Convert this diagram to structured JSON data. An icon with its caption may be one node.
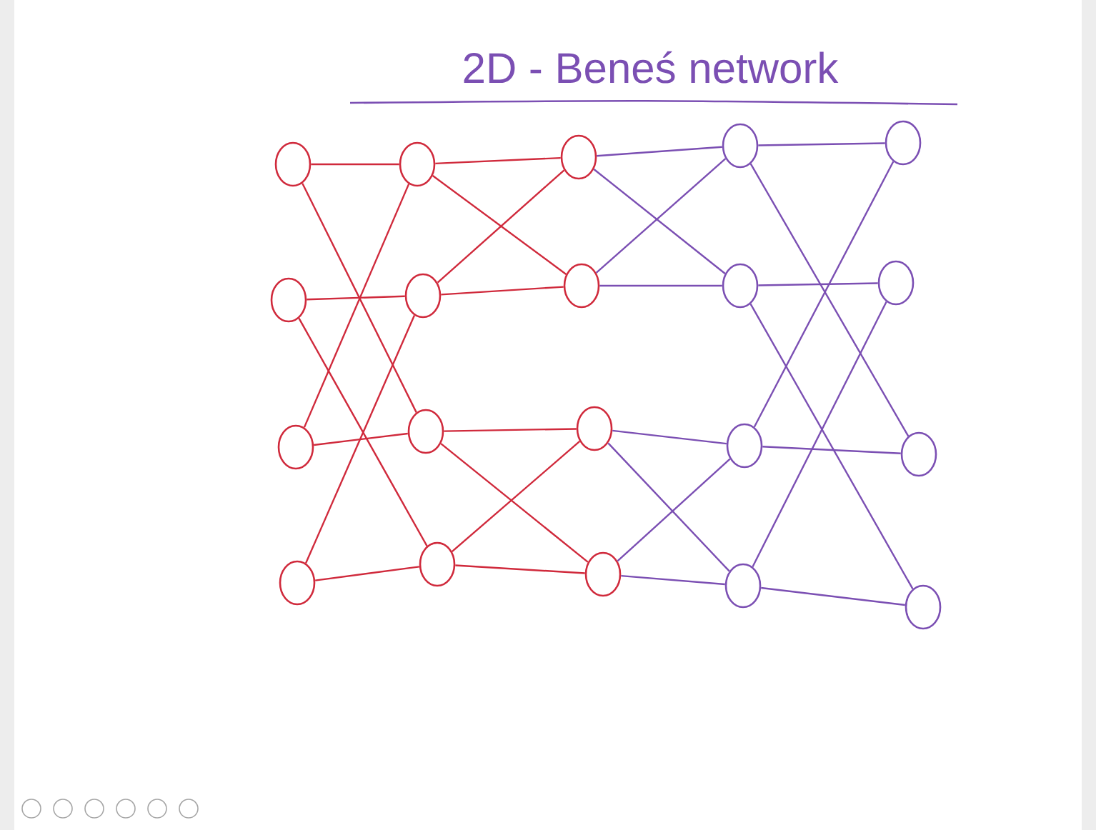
{
  "diagram": {
    "title": "2D - Beneś network",
    "nodes": [
      {
        "text": [],
        "shape": "circle"
      },
      {
        "text": [],
        "shape": "circle"
      },
      {
        "text": [],
        "shape": "circle"
      },
      {
        "text": [],
        "shape": "circle"
      },
      {
        "text": [],
        "shape": "circle"
      },
      {
        "text": [],
        "shape": "circle"
      },
      {
        "text": [],
        "shape": "circle"
      },
      {
        "text": [],
        "shape": "circle"
      },
      {
        "text": [],
        "shape": "circle"
      },
      {
        "text": [],
        "shape": "circle"
      },
      {
        "text": [],
        "shape": "circle"
      },
      {
        "text": [],
        "shape": "circle"
      },
      {
        "text": [],
        "shape": "circle"
      },
      {
        "text": [],
        "shape": "circle"
      },
      {
        "text": [],
        "shape": "circle"
      },
      {
        "text": [],
        "shape": "circle"
      },
      {
        "text": [],
        "shape": "circle"
      },
      {
        "text": [],
        "shape": "circle"
      },
      {
        "text": [],
        "shape": "circle"
      },
      {
        "text": [],
        "shape": "circle"
      }
    ],
    "edges": [
      {
        "from": 0,
        "to": 1,
        "arrow": "none",
        "color": "#d02a3c"
      },
      {
        "from": 5,
        "to": 6,
        "arrow": "none",
        "color": "#d02a3c"
      },
      {
        "from": 10,
        "to": 11,
        "arrow": "none",
        "color": "#d02a3c"
      },
      {
        "from": 15,
        "to": 16,
        "arrow": "none",
        "color": "#d02a3c"
      },
      {
        "from": 0,
        "to": 11,
        "arrow": "none",
        "color": "#d02a3c"
      },
      {
        "from": 5,
        "to": 16,
        "arrow": "none",
        "color": "#d02a3c"
      },
      {
        "from": 10,
        "to": 1,
        "arrow": "none",
        "color": "#d02a3c"
      },
      {
        "from": 15,
        "to": 6,
        "arrow": "none",
        "color": "#d02a3c"
      },
      {
        "from": 1,
        "to": 2,
        "arrow": "none",
        "color": "#d02a3c"
      },
      {
        "from": 6,
        "to": 7,
        "arrow": "none",
        "color": "#d02a3c"
      },
      {
        "from": 11,
        "to": 12,
        "arrow": "none",
        "color": "#d02a3c"
      },
      {
        "from": 16,
        "to": 17,
        "arrow": "none",
        "color": "#d02a3c"
      },
      {
        "from": 1,
        "to": 7,
        "arrow": "none",
        "color": "#d02a3c"
      },
      {
        "from": 6,
        "to": 2,
        "arrow": "none",
        "color": "#d02a3c"
      },
      {
        "from": 11,
        "to": 17,
        "arrow": "none",
        "color": "#d02a3c"
      },
      {
        "from": 16,
        "to": 12,
        "arrow": "none",
        "color": "#d02a3c"
      },
      {
        "from": 2,
        "to": 3,
        "arrow": "none",
        "color": "#7b4fb3"
      },
      {
        "from": 7,
        "to": 8,
        "arrow": "none",
        "color": "#7b4fb3"
      },
      {
        "from": 12,
        "to": 13,
        "arrow": "none",
        "color": "#7b4fb3"
      },
      {
        "from": 17,
        "to": 18,
        "arrow": "none",
        "color": "#7b4fb3"
      },
      {
        "from": 2,
        "to": 8,
        "arrow": "none",
        "color": "#7b4fb3"
      },
      {
        "from": 7,
        "to": 3,
        "arrow": "none",
        "color": "#7b4fb3"
      },
      {
        "from": 12,
        "to": 18,
        "arrow": "none",
        "color": "#7b4fb3"
      },
      {
        "from": 17,
        "to": 13,
        "arrow": "none",
        "color": "#7b4fb3"
      },
      {
        "from": 3,
        "to": 4,
        "arrow": "none",
        "color": "#7b4fb3"
      },
      {
        "from": 8,
        "to": 9,
        "arrow": "none",
        "color": "#7b4fb3"
      },
      {
        "from": 13,
        "to": 14,
        "arrow": "none",
        "color": "#7b4fb3"
      },
      {
        "from": 18,
        "to": 19,
        "arrow": "none",
        "color": "#7b4fb3"
      },
      {
        "from": 3,
        "to": 14,
        "arrow": "none",
        "color": "#7b4fb3"
      },
      {
        "from": 8,
        "to": 19,
        "arrow": "none",
        "color": "#7b4fb3"
      },
      {
        "from": 13,
        "to": 4,
        "arrow": "none",
        "color": "#7b4fb3"
      },
      {
        "from": 18,
        "to": 9,
        "arrow": "none",
        "color": "#7b4fb3"
      }
    ]
  }
}
